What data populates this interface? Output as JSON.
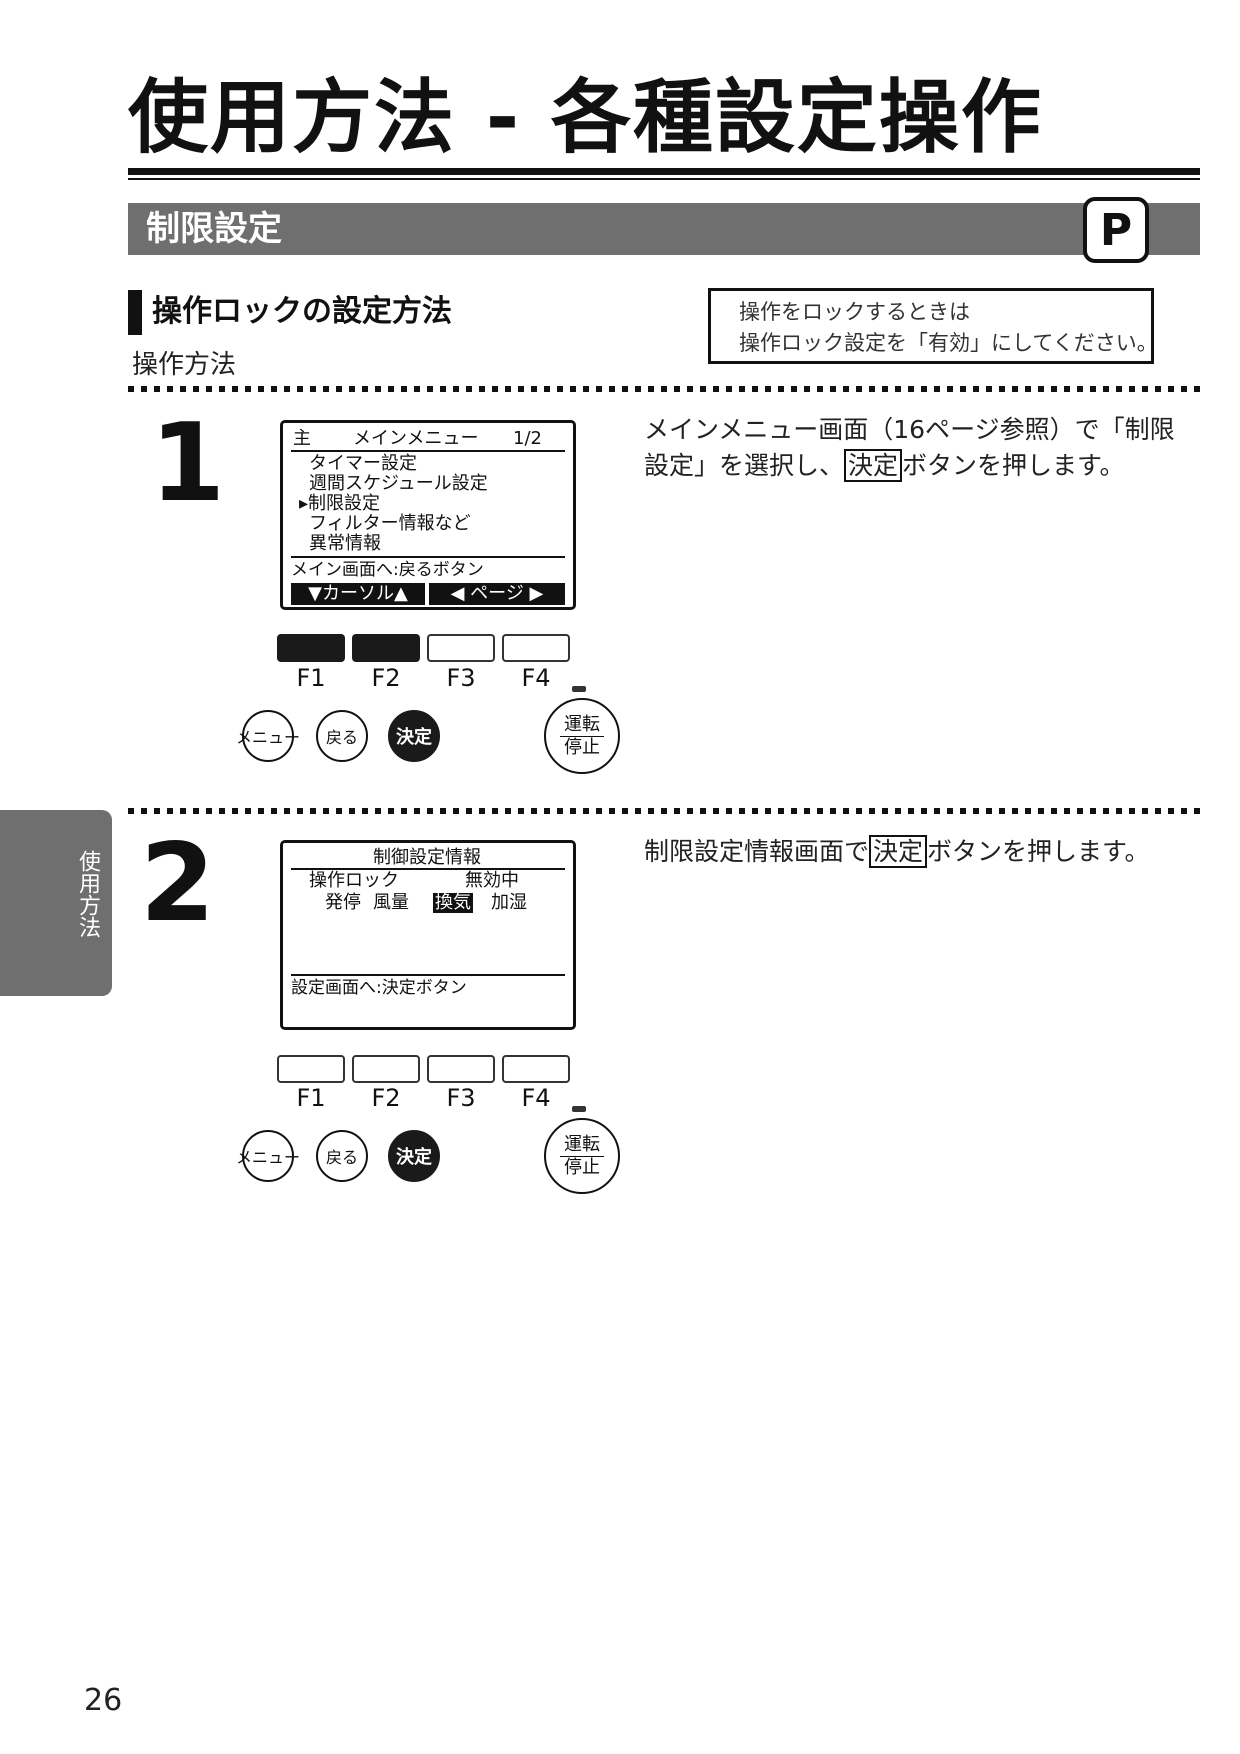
{
  "header": {
    "title": "使用方法 - 各種設定操作",
    "section": "制限設定",
    "badge": "P"
  },
  "subheading": "操作ロックの設定方法",
  "method_label": "操作方法",
  "note": {
    "line1": "操作をロックするときは",
    "line2": "操作ロック設定を「有効」にしてください。"
  },
  "step1": {
    "number": "1",
    "lcd": {
      "header_left": "主",
      "header_title": "メインメニュー",
      "header_page": "1/2",
      "items": [
        "タイマー設定",
        "週間スケジュール設定",
        "▸制限設定",
        "フィルター情報など",
        "異常情報"
      ],
      "footer_hint": "メイン画面へ:戻るボタン",
      "soft_left": "▼カーソル▲",
      "soft_right": "◀ ページ ▶"
    },
    "description_line1": "メインメニュー画面（16ページ参照）で「制限",
    "description_line2_pre": "設定」を選択し、",
    "description_boxed": "決定",
    "description_line2_post": "ボタンを押します。"
  },
  "step2": {
    "number": "2",
    "lcd": {
      "title": "制御設定情報",
      "row1_label": "操作ロック",
      "row1_value": "無効中",
      "row2_items": [
        "発停",
        "風量"
      ],
      "row2_highlight": "換気",
      "row2_last": "加湿",
      "footer_hint": "設定画面へ:決定ボタン"
    },
    "description_pre": "制限設定情報画面で",
    "description_boxed": "決定",
    "description_post": "ボタンを押します。"
  },
  "controls": {
    "fkeys": [
      "F1",
      "F2",
      "F3",
      "F4"
    ],
    "menu": "メニュー",
    "back": "戻る",
    "enter": "決定",
    "run_top": "運転",
    "run_bottom": "停止"
  },
  "side_tab": "使用方法",
  "page_number": "26"
}
